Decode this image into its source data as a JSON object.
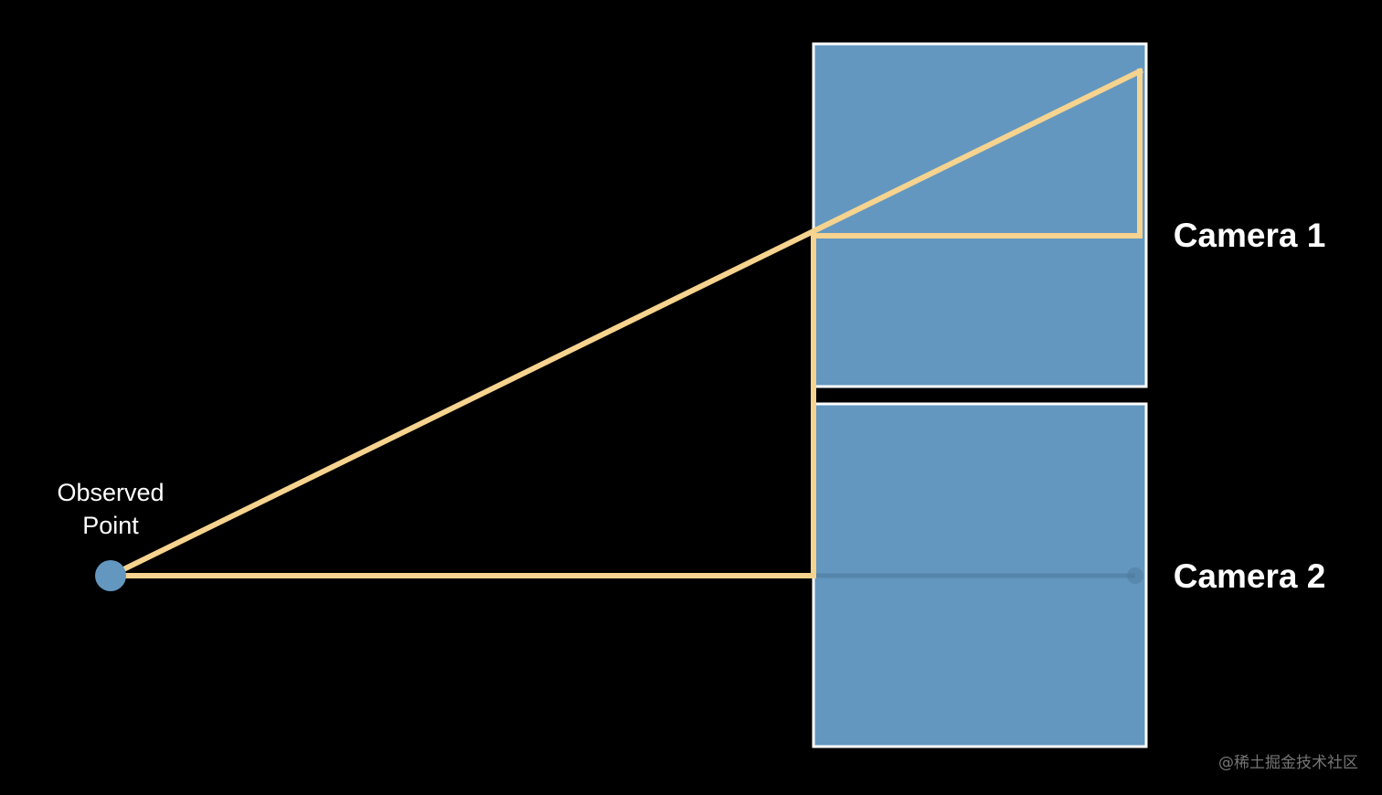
{
  "colors": {
    "background": "#000000",
    "camera_fill": "#6497bf",
    "camera_border": "#ffffff",
    "ray": "#f6d38e",
    "point": "#6497bf",
    "ghost": "#4c7a9e"
  },
  "observed_point": {
    "label_line1": "Observed",
    "label_line2": "Point"
  },
  "cameras": [
    {
      "label": "Camera 1"
    },
    {
      "label": "Camera 2"
    }
  ],
  "watermark": "@稀土掘金技术社区"
}
